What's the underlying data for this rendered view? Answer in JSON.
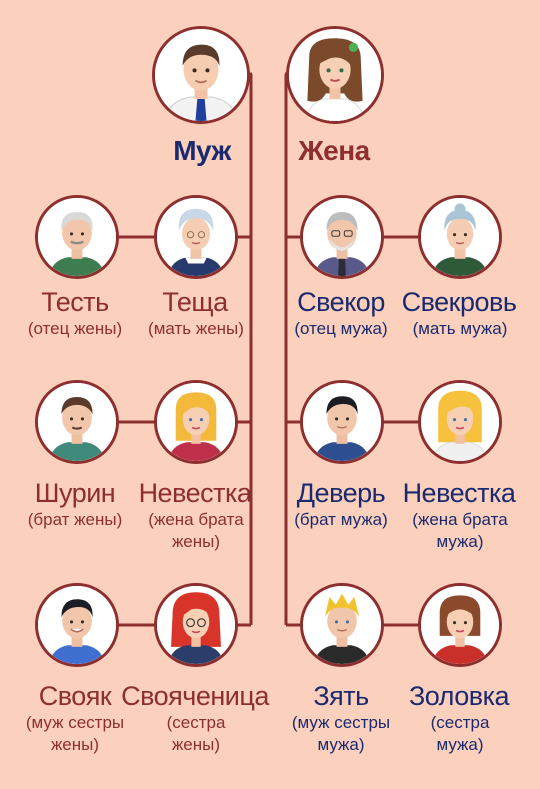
{
  "colors": {
    "background": "#fbd0bd",
    "line": "#8e2f2f",
    "wife_side_text": "#8e2f2f",
    "husband_side_text": "#1b2a6e"
  },
  "top": {
    "husband": {
      "name": "Муж",
      "portrait": "husband-portrait-icon"
    },
    "wife": {
      "name": "Жена",
      "portrait": "wife-portrait-icon"
    }
  },
  "wife_relatives": [
    {
      "name": "Тесть",
      "desc": "(отец жены)",
      "portrait": "father-in-law-portrait-icon"
    },
    {
      "name": "Теща",
      "desc": "(мать жены)",
      "portrait": "mother-in-law-portrait-icon"
    },
    {
      "name": "Шурин",
      "desc": "(брат жены)",
      "portrait": "brother-in-law-portrait-icon"
    },
    {
      "name": "Невестка",
      "desc": "(жена брата жены)",
      "desc_line1": "(жена брата",
      "desc_line2": "жены)",
      "portrait": "sister-in-law-portrait-icon"
    },
    {
      "name": "Свояк",
      "desc_line1": "(муж сестры",
      "desc_line2": "жены)",
      "portrait": "svoyak-portrait-icon"
    },
    {
      "name": "Свояченица",
      "desc_line1": "(сестра",
      "desc_line2": "жены)",
      "portrait": "svoyachenitsa-portrait-icon"
    }
  ],
  "husband_relatives": [
    {
      "name": "Свекор",
      "desc": "(отец мужа)",
      "portrait": "svekor-portrait-icon"
    },
    {
      "name": "Свекровь",
      "desc": "(мать мужа)",
      "portrait": "svekrov-portrait-icon"
    },
    {
      "name": "Деверь",
      "desc": "(брат мужа)",
      "portrait": "dever-portrait-icon"
    },
    {
      "name": "Невестка",
      "desc_line1": "(жена брата",
      "desc_line2": "мужа)",
      "portrait": "nevestka-portrait-icon"
    },
    {
      "name": "Зять",
      "desc_line1": "(муж сестры",
      "desc_line2": "мужа)",
      "portrait": "zyat-portrait-icon"
    },
    {
      "name": "Золовка",
      "desc_line1": "(сестра",
      "desc_line2": "мужа)",
      "portrait": "zolovka-portrait-icon"
    }
  ]
}
